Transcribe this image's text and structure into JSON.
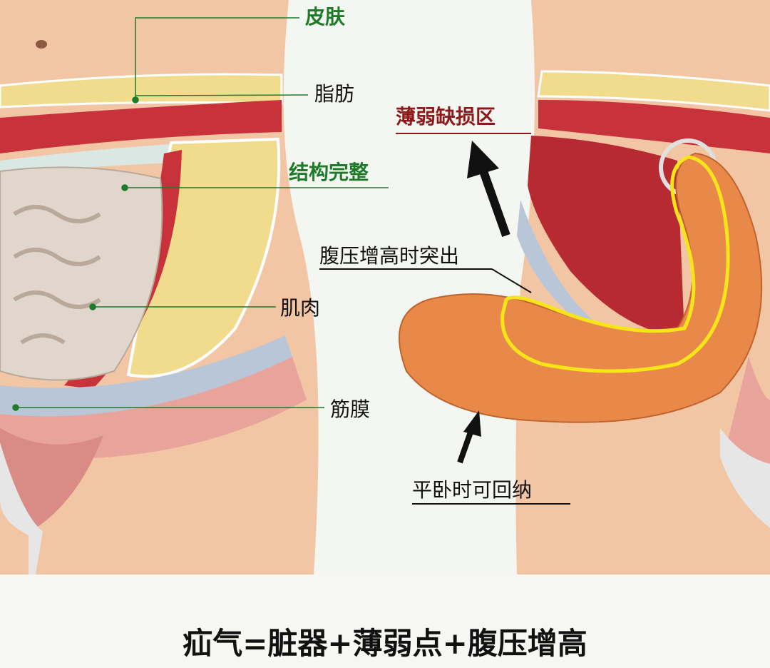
{
  "labels": {
    "skin": "皮肤",
    "fat": "脂肪",
    "weak_defect_area": "薄弱缺损区",
    "intact_structure": "结构完整",
    "protrudes_when_pressure_high": "腹压增高时突出",
    "muscle": "肌肉",
    "fascia": "筋膜",
    "reducible_when_lying": "平卧时可回纳"
  },
  "caption": "疝气=脏器+薄弱点+腹压增高",
  "colors": {
    "green_label": "#1f7a2a",
    "red_label": "#8c1a1a",
    "skin": "#f3c9a8",
    "muscle": "#c8323a",
    "fat": "#f1dc8e",
    "intestine": "#e0d6cc",
    "hernia": "#e8894a",
    "outline": "#f7e51a"
  }
}
